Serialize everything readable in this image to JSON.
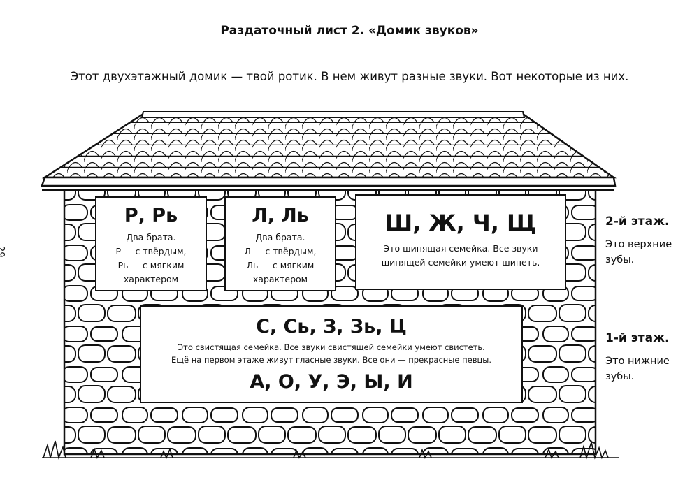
{
  "title": "Раздаточный лист 2. «Домик звуков»",
  "intro": "Этот двухэтажный домик — твой ротик. В нем живут разные звуки. Вот некоторые из них.",
  "page_number": "29",
  "cards": {
    "r": {
      "letters": "Р, Рь",
      "desc_lines": [
        "Два брата.",
        "Р — с твёрдым,",
        "Рь — с мягким",
        "характером"
      ]
    },
    "l": {
      "letters": "Л, Ль",
      "desc_lines": [
        "Два брата.",
        "Л — с твёрдым,",
        "Ль — с мягким",
        "характером"
      ]
    },
    "sh": {
      "letters": "Ш, Ж, Ч, Щ",
      "desc_lines": [
        "Это шипящая семейка. Все звуки",
        "шипящей семейки умеют шипеть."
      ]
    },
    "s": {
      "letters": "С, Сь, З, Зь, Ц",
      "desc_lines": [
        "Это свистящая семейка. Все звуки свистящей семейки умеют свистеть.",
        "Ещё на первом этаже живут гласные звуки. Все они — прекрасные певцы."
      ],
      "vowels": "А, О, У, Э, Ы, И"
    }
  },
  "floors": {
    "second": {
      "label": "2-й этаж.",
      "desc_lines": [
        "Это верхние",
        "зубы."
      ]
    },
    "first": {
      "label": "1-й этаж.",
      "desc_lines": [
        "Это нижние",
        "зубы."
      ]
    }
  }
}
